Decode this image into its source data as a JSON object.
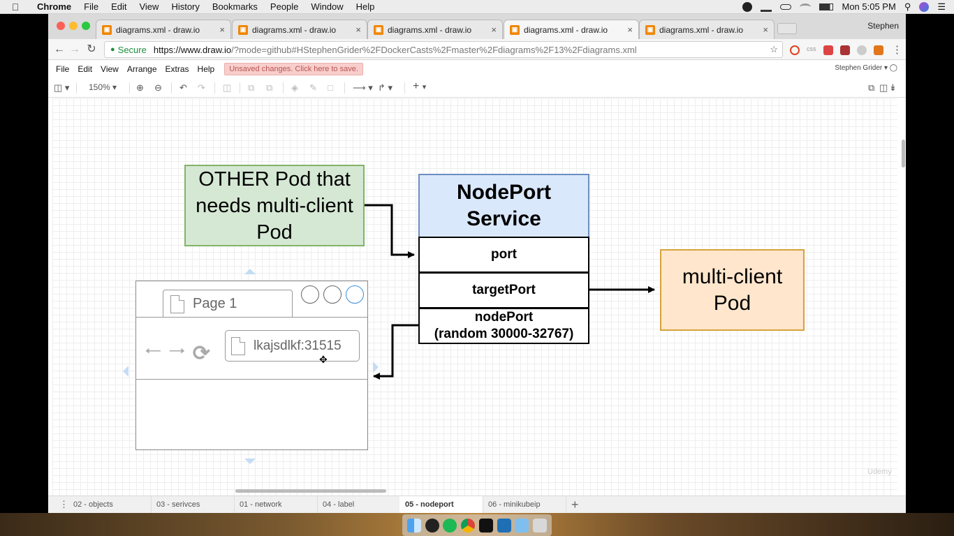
{
  "menubar": {
    "items": [
      "Chrome",
      "File",
      "Edit",
      "View",
      "History",
      "Bookmarks",
      "People",
      "Window",
      "Help"
    ],
    "clock": "Mon 5:05 PM"
  },
  "browser": {
    "tabs": [
      {
        "title": "diagrams.xml - draw.io"
      },
      {
        "title": "diagrams.xml - draw.io"
      },
      {
        "title": "diagrams.xml - draw.io"
      },
      {
        "title": "diagrams.xml - draw.io"
      },
      {
        "title": "diagrams.xml - draw.io"
      }
    ],
    "profile": "Stephen",
    "secure_label": "Secure",
    "url_host": "https://www.draw.io",
    "url_path": "/?mode=github#HStephenGrider%2FDockerCasts%2Fmaster%2Fdiagrams%2F13%2Fdiagrams.xml",
    "ext_label": "css"
  },
  "drawio": {
    "menu": [
      "File",
      "Edit",
      "View",
      "Arrange",
      "Extras",
      "Help"
    ],
    "unsaved": "Unsaved changes. Click here to save.",
    "user": "Stephen Grider",
    "zoom": "150%"
  },
  "diagram": {
    "other_pod": "OTHER Pod that needs multi-client Pod",
    "service_title": "NodePort Service",
    "port": "port",
    "target_port": "targetPort",
    "node_port_line1": "nodePort",
    "node_port_line2": "(random 30000-32767)",
    "multi_client": "multi-client Pod",
    "page_tab": "Page 1",
    "address": "lkajsdlkf:31515"
  },
  "pages": [
    {
      "label": "02 - objects",
      "active": false
    },
    {
      "label": "03 - serivces",
      "active": false
    },
    {
      "label": "01 - network",
      "active": false
    },
    {
      "label": "04 - label",
      "active": false
    },
    {
      "label": "05 - nodeport",
      "active": true
    },
    {
      "label": "06 - minikubeip",
      "active": false
    }
  ],
  "watermark": "Udemy",
  "colors": {
    "green_fill": "#d5e8d4",
    "green_stroke": "#82b366",
    "blue_fill": "#dae8fc",
    "blue_stroke": "#6c8ebf",
    "orange_fill": "#ffe6cc",
    "orange_stroke": "#d6a33a"
  }
}
